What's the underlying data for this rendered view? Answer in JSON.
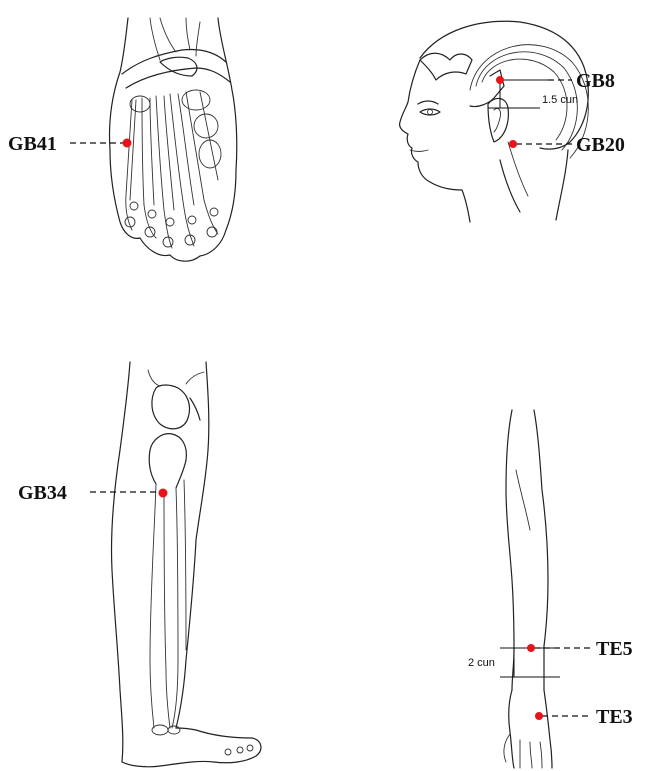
{
  "point_color": "#e8141c",
  "foot": {
    "point_label": "GB41"
  },
  "head": {
    "labels": {
      "gb8": "GB8",
      "gb20": "GB20"
    },
    "measure": "1.5 cun"
  },
  "leg": {
    "point_label": "GB34"
  },
  "arm": {
    "labels": {
      "te5": "TE5",
      "te3": "TE3"
    },
    "measure": "2 cun"
  }
}
